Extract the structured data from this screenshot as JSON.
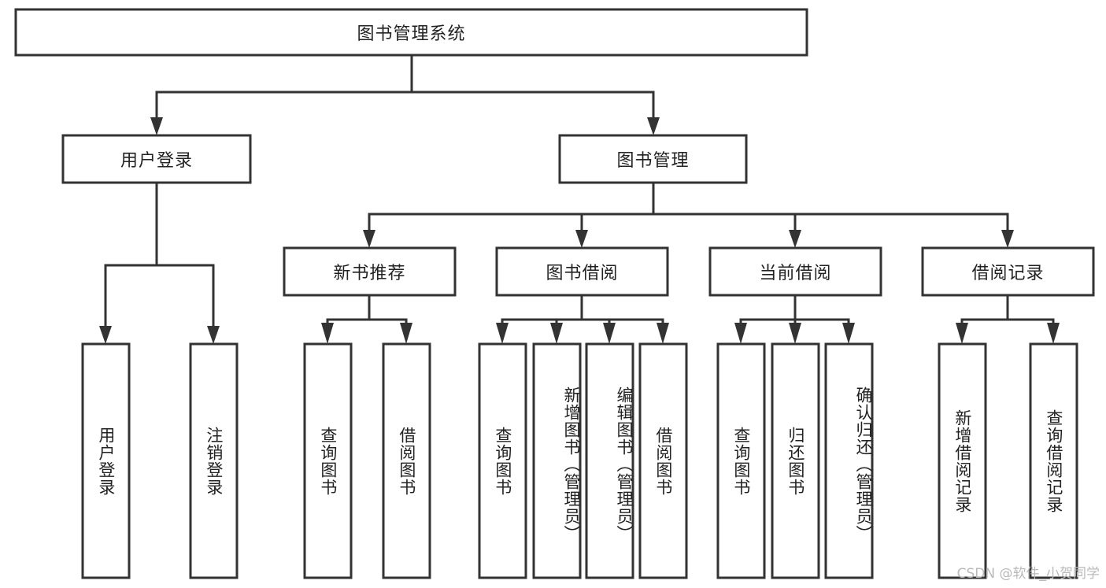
{
  "diagram": {
    "title": "图书管理系统",
    "type": "tree-hierarchy",
    "root": {
      "label": "图书管理系统"
    },
    "level1": [
      {
        "label": "用户登录"
      },
      {
        "label": "图书管理"
      }
    ],
    "level2": [
      {
        "label": "新书推荐",
        "parent": "图书管理"
      },
      {
        "label": "图书借阅",
        "parent": "图书管理"
      },
      {
        "label": "当前借阅",
        "parent": "图书管理"
      },
      {
        "label": "借阅记录",
        "parent": "图书管理"
      }
    ],
    "leaves": {
      "user_login": [
        {
          "label": "用户登录"
        },
        {
          "label": "注销登录"
        }
      ],
      "new_book_recommend": [
        {
          "label": "查询图书"
        },
        {
          "label": "借阅图书"
        }
      ],
      "book_borrow": [
        {
          "label": "查询图书"
        },
        {
          "label": "新增图书（管理员）"
        },
        {
          "label": "编辑图书（管理员）"
        },
        {
          "label": "借阅图书"
        }
      ],
      "current_borrow": [
        {
          "label": "查询图书"
        },
        {
          "label": "归还图书"
        },
        {
          "label": "确认归还（管理员）"
        }
      ],
      "borrow_record": [
        {
          "label": "新增借阅记录"
        },
        {
          "label": "查询借阅记录"
        }
      ]
    }
  },
  "watermark": {
    "text": "CSDN @软件_小贺同学"
  },
  "colors": {
    "stroke": "#333333",
    "box_fill": "#ffffff",
    "text": "#222222",
    "watermark": "#b9b9b9",
    "background": "#ffffff"
  }
}
